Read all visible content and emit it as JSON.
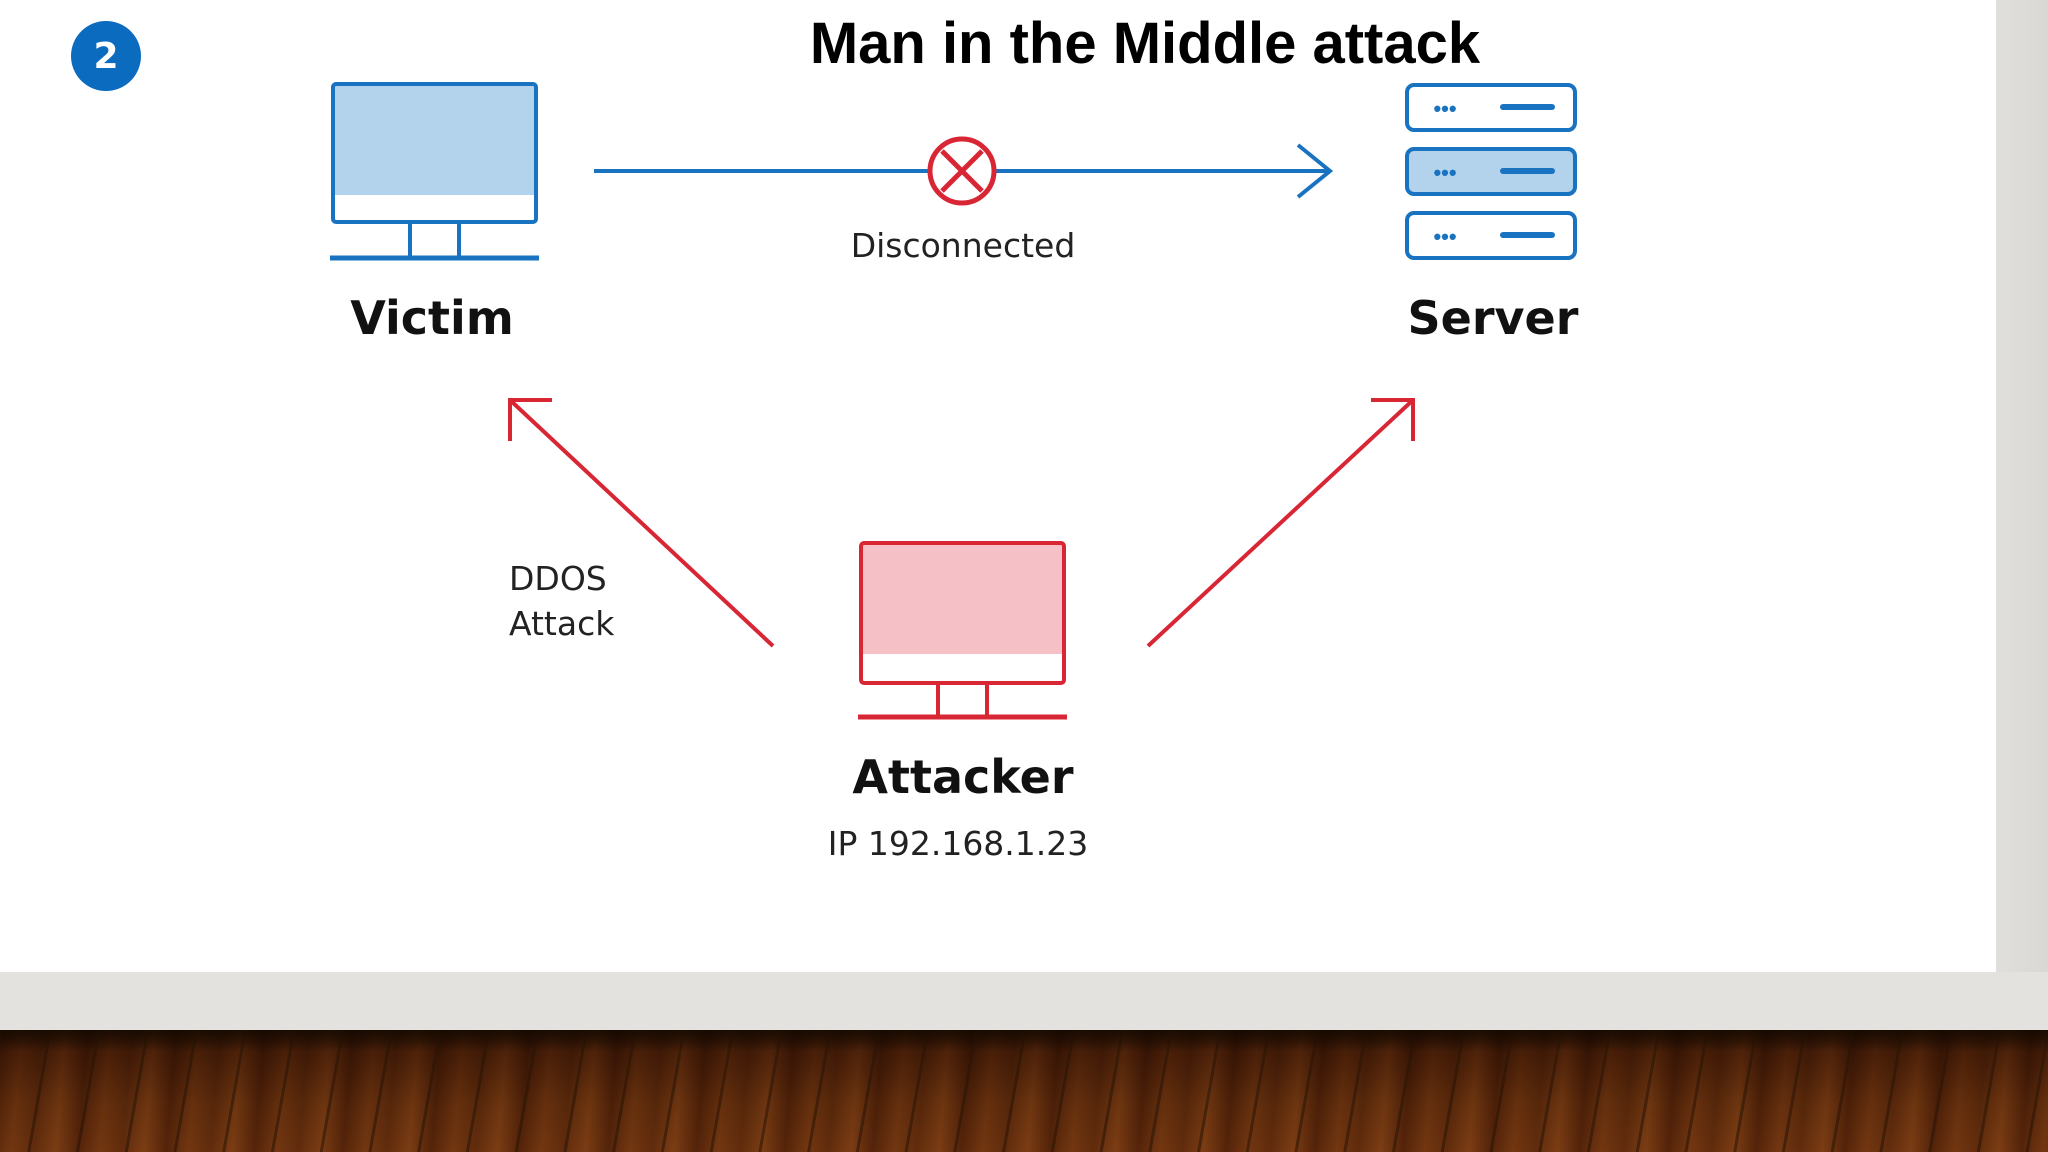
{
  "slide": {
    "step_number": "2",
    "title": "Man in the Middle attack"
  },
  "nodes": {
    "victim": {
      "label": "Victim"
    },
    "server": {
      "label": "Server",
      "rack_dots": "•••"
    },
    "attacker": {
      "label": "Attacker",
      "ip": "IP 192.168.1.23"
    }
  },
  "edges": {
    "connection": {
      "label": "Disconnected",
      "status": "disconnected"
    },
    "attack": {
      "label_line1": "DDOS",
      "label_line2": "Attack"
    }
  },
  "colors": {
    "blue": "#1a73c0",
    "blue_fill": "#b3d3ec",
    "red": "#d92635",
    "red_fill": "#f6c0c7",
    "badge": "#0a6bbf"
  }
}
